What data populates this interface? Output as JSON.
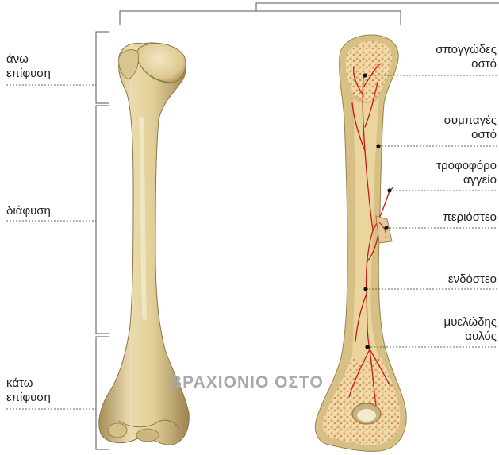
{
  "title": "ΒΡΑΧΙΟΝΙΟ ΟΣΤΟ",
  "regions": {
    "upper_epiphysis": [
      "άνω",
      "επίφυση"
    ],
    "diaphysis": [
      "διάφυση"
    ],
    "lower_epiphysis": [
      "κάτω",
      "επίφυση"
    ]
  },
  "parts": {
    "spongy_bone": [
      "σπογγώδες",
      "οστό"
    ],
    "compact_bone": [
      "συμπαγές",
      "οστό"
    ],
    "nutrient_vessel": [
      "τροφοφόρο",
      "αγγείο"
    ],
    "periosteum": [
      "περιόστεο"
    ],
    "endosteum": [
      "ενδόστεο"
    ],
    "medullary_cavity": [
      "μυελώδης",
      "αυλός"
    ]
  },
  "colors": {
    "bone": "#e3d29d",
    "bone_shadow": "#b59d62",
    "cortex": "#d8c489",
    "spongy": "#efd8a6",
    "vessel": "#c8171b",
    "leader": "#555555",
    "title": "#a9a9a9"
  }
}
